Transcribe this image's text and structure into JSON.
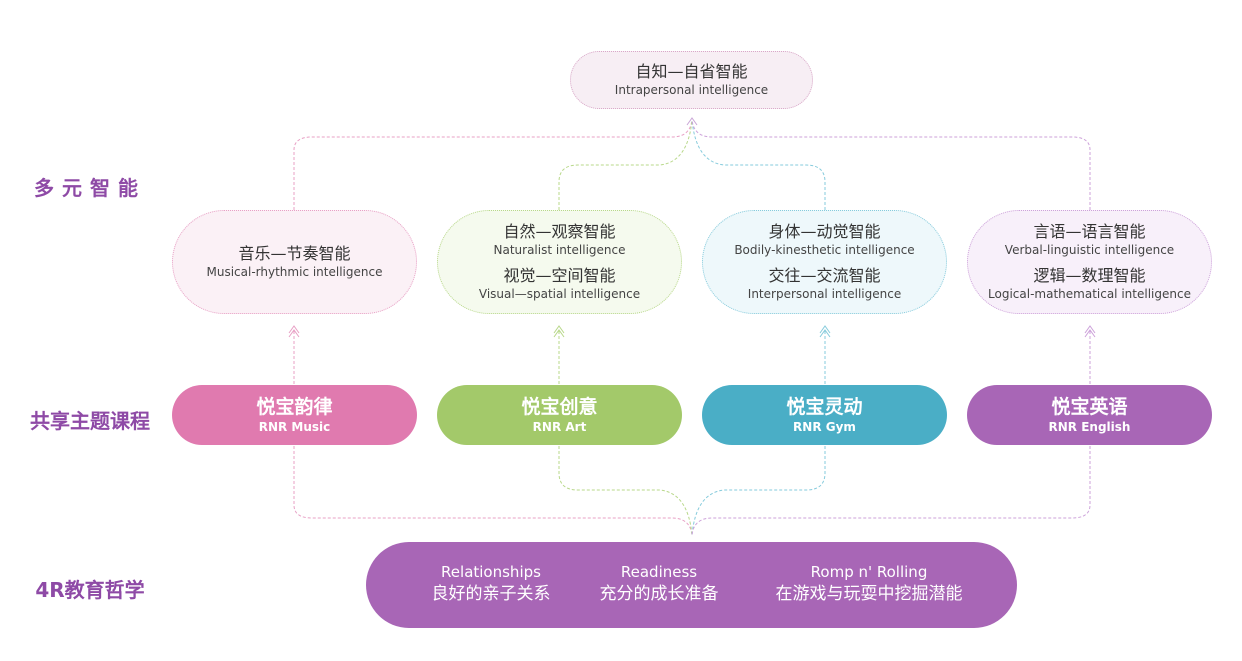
{
  "row_labels": {
    "intelligences": "多元智能",
    "courses": "共享主题课程",
    "philosophy": "4R教育哲学"
  },
  "top": {
    "zh": "自知—自省智能",
    "en": "Intrapersonal intelligence"
  },
  "intelligences": [
    {
      "zh": "音乐—节奏智能",
      "en": "Musical-rhythmic intelligence"
    },
    {
      "zh": "自然—观察智能",
      "en": "Naturalist intelligence",
      "zh2": "视觉—空间智能",
      "en2": "Visual—spatial intelligence"
    },
    {
      "zh": "身体—动觉智能",
      "en": "Bodily-kinesthetic intelligence",
      "zh2": "交往—交流智能",
      "en2": "Interpersonal intelligence"
    },
    {
      "zh": "言语—语言智能",
      "en": "Verbal-linguistic intelligence",
      "zh2": "逻辑—数理智能",
      "en2": "Logical-mathematical intelligence"
    }
  ],
  "courses": [
    {
      "zh": "悦宝韵律",
      "en": "RNR Music"
    },
    {
      "zh": "悦宝创意",
      "en": "RNR Art"
    },
    {
      "zh": "悦宝灵动",
      "en": "RNR Gym"
    },
    {
      "zh": "悦宝英语",
      "en": "RNR English"
    }
  ],
  "philosophy": [
    {
      "en": "Relationships",
      "zh": "良好的亲子关系"
    },
    {
      "en": "Readiness",
      "zh": "充分的成长准备"
    },
    {
      "en": "Romp n' Rolling",
      "zh": "在游戏与玩耍中挖掘潜能"
    }
  ],
  "colors": {
    "music": "#e07aaf",
    "art": "#a3c96a",
    "gym": "#4aaec6",
    "english": "#a866b6",
    "philosophy": "#a866b6",
    "label": "#8e4aa6"
  }
}
